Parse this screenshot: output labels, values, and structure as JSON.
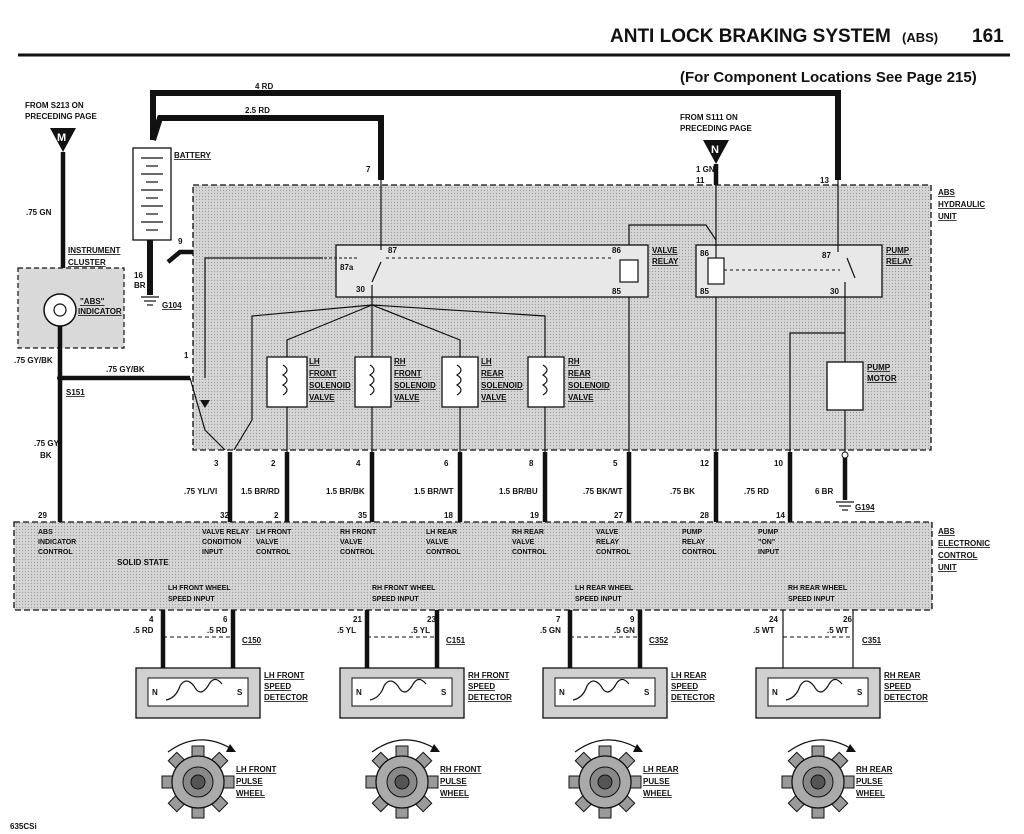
{
  "header": {
    "title": "ANTI LOCK BRAKING SYSTEM",
    "title_suffix": "(ABS)",
    "page_number": "161",
    "subtitle": "(For Component Locations See Page 215)"
  },
  "footer": {
    "model": "635CSi"
  },
  "connectors": {
    "m": {
      "letter": "M",
      "line1": "FROM S213 ON",
      "line2": "PRECEDING PAGE"
    },
    "n": {
      "letter": "N",
      "line1": "FROM S111 ON",
      "line2": "PRECEDING PAGE"
    }
  },
  "wires": {
    "rd4": "4 RD",
    "rd25": "2.5 RD",
    "gn75": ".75 GN",
    "gybk_top": ".75 GY/BK",
    "gybk_mid": ".75 GY/BK",
    "gybk_low1": ".75 GY/",
    "gybk_low2": "BK",
    "gn1": "1 GN",
    "br16a": "16",
    "br16b": "BR",
    "pin7": "7",
    "pin11": "11",
    "pin13": "13",
    "pin9": "9",
    "pin1": "1",
    "bottom": [
      {
        "pin": "3",
        "wire": ".75 YL/VI"
      },
      {
        "pin": "2",
        "wire": "1.5 BR/RD"
      },
      {
        "pin": "4",
        "wire": "1.5 BR/BK"
      },
      {
        "pin": "6",
        "wire": "1.5 BR/WT"
      },
      {
        "pin": "8",
        "wire": "1.5 BR/BU"
      },
      {
        "pin": "5",
        "wire": ".75 BK/WT"
      },
      {
        "pin": "12",
        "wire": ".75 BK"
      },
      {
        "pin": "10",
        "wire": ".75 RD"
      },
      {
        "pin": "",
        "wire": "6 BR"
      }
    ]
  },
  "components": {
    "battery": "BATTERY",
    "instrument_cluster": [
      "INSTRUMENT",
      "CLUSTER"
    ],
    "abs_indicator": [
      "\"ABS\"",
      "INDICATOR"
    ],
    "g104": "G104",
    "g194": "G194",
    "s151": "S151",
    "hydraulic_unit": [
      "ABS",
      "HYDRAULIC",
      "UNIT"
    ],
    "valve_relay": [
      "VALVE",
      "RELAY"
    ],
    "pump_relay": [
      "PUMP",
      "RELAY"
    ],
    "pump_motor": [
      "PUMP",
      "MOTOR"
    ],
    "solenoids": [
      [
        "LH",
        "FRONT",
        "SOLENOID",
        "VALVE"
      ],
      [
        "RH",
        "FRONT",
        "SOLENOID",
        "VALVE"
      ],
      [
        "LH",
        "REAR",
        "SOLENOID",
        "VALVE"
      ],
      [
        "RH",
        "REAR",
        "SOLENOID",
        "VALVE"
      ]
    ],
    "relay_pins": {
      "p87": "87",
      "p87a": "87a",
      "p30": "30",
      "p86": "86",
      "p85": "85"
    },
    "ecu": [
      "ABS",
      "ELECTRONIC",
      "CONTROL",
      "UNIT"
    ],
    "solid_state": "SOLID STATE"
  },
  "ecu_pins": [
    {
      "pin": "29",
      "label": [
        "ABS",
        "INDICATOR",
        "CONTROL"
      ]
    },
    {
      "pin": "32",
      "label": [
        "VALVE RELAY",
        "CONDITION",
        "INPUT"
      ]
    },
    {
      "pin": "2",
      "label": [
        "LH FRONT",
        "VALVE",
        "CONTROL"
      ]
    },
    {
      "pin": "35",
      "label": [
        "RH FRONT",
        "VALVE",
        "CONTROL"
      ]
    },
    {
      "pin": "18",
      "label": [
        "LH REAR",
        "VALVE",
        "CONTROL"
      ]
    },
    {
      "pin": "19",
      "label": [
        "RH REAR",
        "VALVE",
        "CONTROL"
      ]
    },
    {
      "pin": "27",
      "label": [
        "VALVE",
        "RELAY",
        "CONTROL"
      ]
    },
    {
      "pin": "28",
      "label": [
        "PUMP",
        "RELAY",
        "CONTROL"
      ]
    },
    {
      "pin": "14",
      "label": [
        "PUMP",
        "\"ON\"",
        "INPUT"
      ]
    }
  ],
  "speed_inputs": [
    {
      "label": [
        "LH FRONT WHEEL",
        "SPEED INPUT"
      ],
      "pins": [
        "4",
        "6"
      ],
      "wires": [
        ".5 RD",
        ".5 RD"
      ],
      "connector": "C150",
      "detector": [
        "LH FRONT",
        "SPEED",
        "DETECTOR"
      ],
      "wheel": [
        "LH FRONT",
        "PULSE",
        "WHEEL"
      ]
    },
    {
      "label": [
        "RH FRONT WHEEL",
        "SPEED INPUT"
      ],
      "pins": [
        "21",
        "23"
      ],
      "wires": [
        ".5 YL",
        ".5 YL"
      ],
      "connector": "C151",
      "detector": [
        "RH FRONT",
        "SPEED",
        "DETECTOR"
      ],
      "wheel": [
        "RH FRONT",
        "PULSE",
        "WHEEL"
      ]
    },
    {
      "label": [
        "LH REAR WHEEL",
        "SPEED INPUT"
      ],
      "pins": [
        "7",
        "9"
      ],
      "wires": [
        ".5 GN",
        ".5 GN"
      ],
      "connector": "C352",
      "detector": [
        "LH REAR",
        "SPEED",
        "DETECTOR"
      ],
      "wheel": [
        "LH REAR",
        "PULSE",
        "WHEEL"
      ]
    },
    {
      "label": [
        "RH REAR WHEEL",
        "SPEED INPUT"
      ],
      "pins": [
        "24",
        "26"
      ],
      "wires": [
        ".5 WT",
        ".5 WT"
      ],
      "connector": "C351",
      "detector": [
        "RH REAR",
        "SPEED",
        "DETECTOR"
      ],
      "wheel": [
        "RH REAR",
        "PULSE",
        "WHEEL"
      ]
    }
  ],
  "sensor_terminals": {
    "n": "N",
    "s": "S"
  }
}
